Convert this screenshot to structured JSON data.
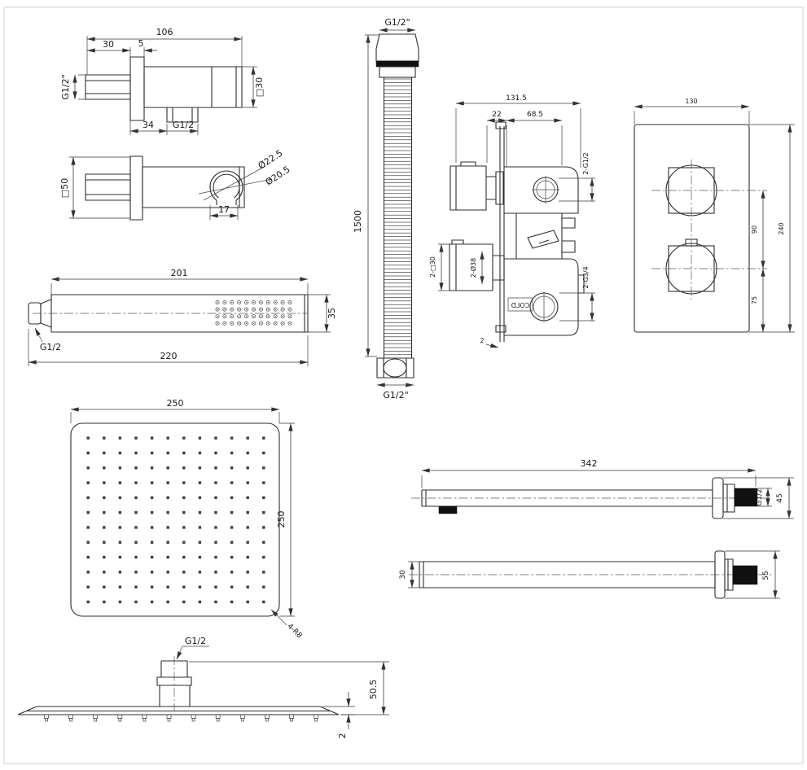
{
  "colors": {
    "line": "#2e2e2e",
    "black_fill": "#111111",
    "background": "#ffffff",
    "frame": "#d2d2d2"
  },
  "outlet_elbow": {
    "dim_total": "106",
    "dim_offset": "30",
    "dim_step": "5",
    "thread_inlet": "G1/2\"",
    "dim_square": "□30",
    "dim_outlet_offset": "34",
    "thread_outlet": "G1/2"
  },
  "holder": {
    "dim_square": "□50",
    "dia_outer": "Ø22.5",
    "dia_inner": "Ø20.5",
    "dim_depth": "17"
  },
  "handset": {
    "dim_face": "201",
    "dim_total": "220",
    "dim_height": "35",
    "thread": "G1/2"
  },
  "hose": {
    "thread_top": "G1/2\"",
    "length": "1500",
    "thread_bottom": "G1/2\""
  },
  "valve": {
    "dim_total": "131.5",
    "dim_plate": "22",
    "dim_body": "68.5",
    "outlets_top": "2-G1/2",
    "inlets_bottom": "2-G3/4",
    "dim_handles": "2-□30",
    "dim_escutcheon": "2-Ø38",
    "cold_marking": "COLD",
    "dim_plate_thickness": "2"
  },
  "valve_plate": {
    "dim_width": "130",
    "dim_height": "240",
    "dim_centers": "90",
    "dim_bottom": "75"
  },
  "head": {
    "dim_width": "250",
    "dim_height": "250",
    "corner_radius": "4-R8",
    "thread": "G1/2",
    "dim_depth": "50.5",
    "dim_thickness": "2"
  },
  "arm_wall": {
    "dim_length": "342",
    "thread": "G1/2",
    "dim_flange": "45"
  },
  "arm_ceiling": {
    "dim_bore": "30",
    "dim_flange": "55"
  }
}
